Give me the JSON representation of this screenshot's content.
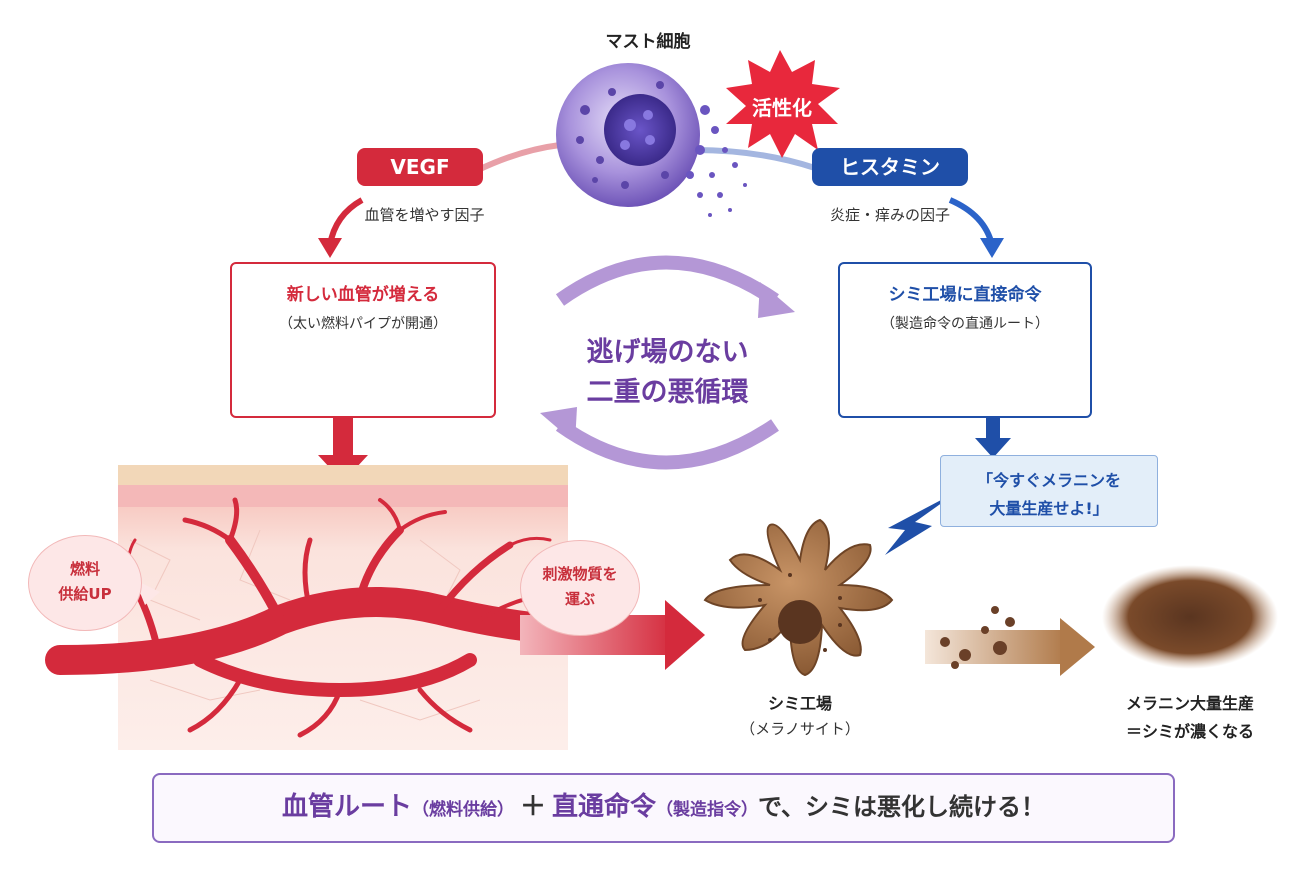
{
  "mast_cell": {
    "title": "マスト細胞"
  },
  "activation": {
    "label": "活性化"
  },
  "vegf": {
    "label": "VEGF",
    "caption": "血管を増やす因子"
  },
  "histamine": {
    "label": "ヒスタミン",
    "caption": "炎症・痒みの因子"
  },
  "vessel_box": {
    "title": "新しい血管が増える",
    "subtitle": "（太い燃料パイプが開通）"
  },
  "factory_box": {
    "title": "シミ工場に直接命令",
    "subtitle": "（製造命令の直通ルート）"
  },
  "cycle": {
    "line1": "逃げ場のない",
    "line2": "二重の悪循環"
  },
  "command_bubble": {
    "line1": "「今すぐメラニンを",
    "line2": "大量生産せよ!」"
  },
  "fuel_bubble": {
    "line1": "燃料",
    "line2": "供給UP"
  },
  "irritant_bubble": {
    "line1": "刺激物質を",
    "line2": "運ぶ"
  },
  "melanocyte": {
    "name": "シミ工場",
    "sub": "（メラノサイト）"
  },
  "melanin": {
    "line1": "メラニン大量生産",
    "line2": "＝シミが濃くなる"
  },
  "summary": {
    "part1": "血管ルート",
    "part2": "（燃料供給）",
    "part3": "＋",
    "part4": "直通命令",
    "part5": "（製造指令）",
    "part6": "で、シミは悪化し続ける！"
  },
  "colors": {
    "red": "#d42a3c",
    "blue": "#1f4fa8",
    "purple": "#6a3da0",
    "cycle_arrow": "#b497d6",
    "brown": "#8a5a3a"
  }
}
